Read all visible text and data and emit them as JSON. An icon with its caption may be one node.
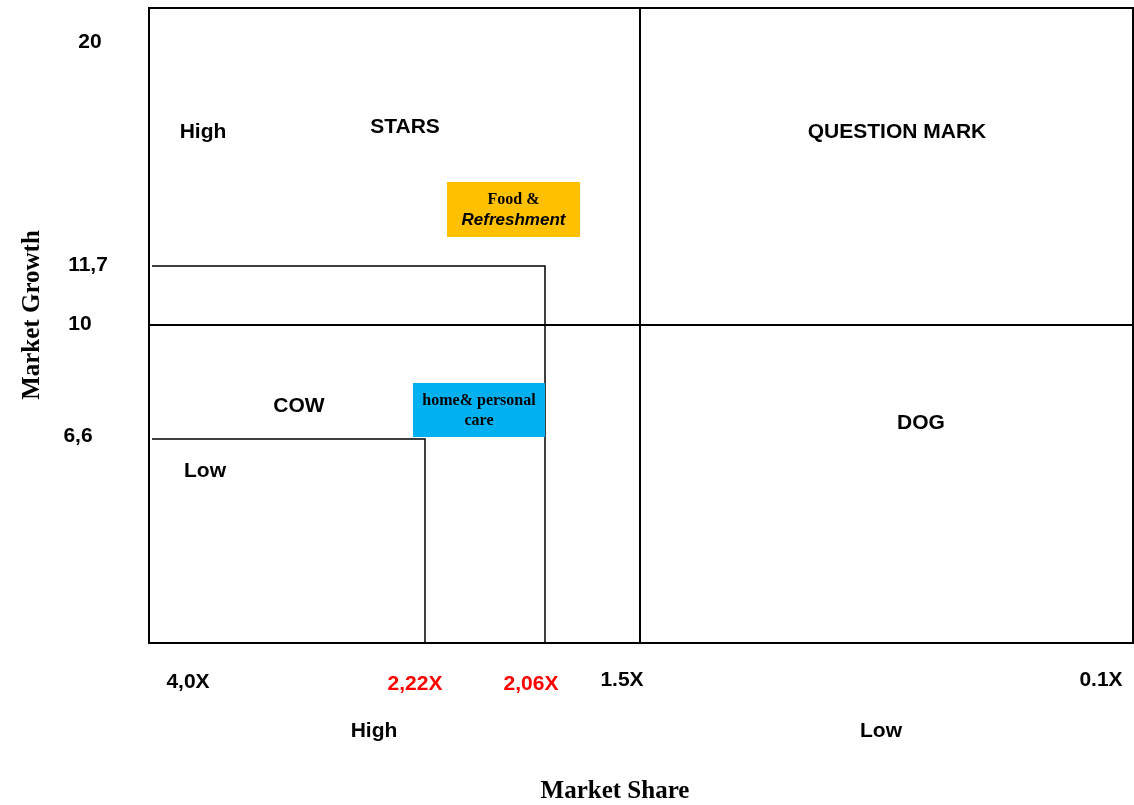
{
  "diagram": {
    "nodes": [
      {
        "text": [
          "Food &",
          "Refreshment"
        ]
      },
      {
        "text": [
          "home& personal care"
        ]
      }
    ],
    "labels": [
      "20",
      "High",
      "STARS",
      "QUESTION MARK",
      "11,7",
      "10",
      "COW",
      "DOG",
      "6,6",
      "Low",
      "4,0X",
      "2,22X",
      "2,06X",
      "1.5X",
      "0.1X",
      "High",
      "Low",
      "Market Growth",
      "Market Share"
    ]
  }
}
